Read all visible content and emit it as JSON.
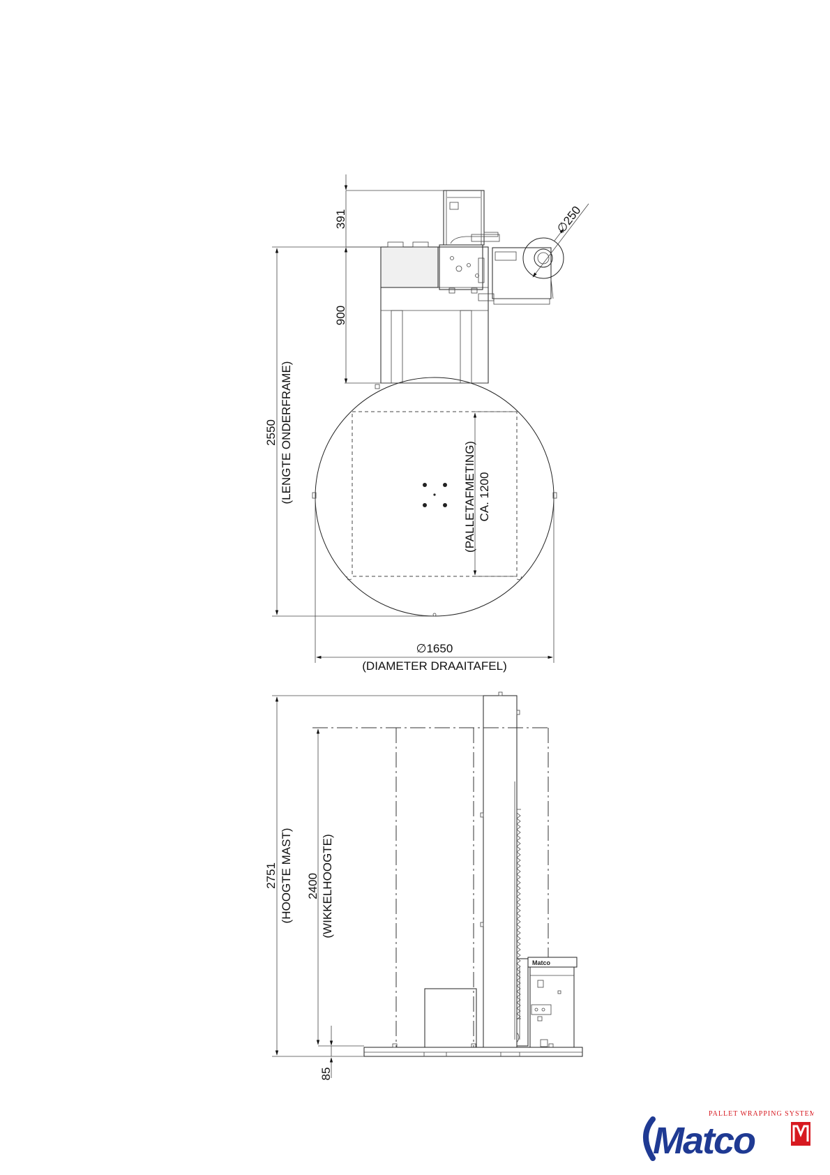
{
  "top_view": {
    "dim_391": "391",
    "dim_900": "900",
    "dim_250": "∅250",
    "dim_2550": "2550",
    "label_lengte": "(LENGTE ONDERFRAME)",
    "label_palletafmeting": "(PALLETAFMETING)",
    "dim_ca1200": "CA. 1200",
    "dim_1650": "∅1650",
    "label_diameter": "(DIAMETER DRAAITAFEL)"
  },
  "side_view": {
    "dim_2751": "2751",
    "label_hoogte": "(HOOGTE MAST)",
    "dim_2400": "2400",
    "label_wikkel": "(WIKKELHOOGTE)",
    "dim_85": "85"
  },
  "logo": {
    "brand": "Matco",
    "tagline": "PALLET WRAPPING SYSTEMS",
    "brand_color": "#1f3a93",
    "accent_color": "#d71920"
  }
}
